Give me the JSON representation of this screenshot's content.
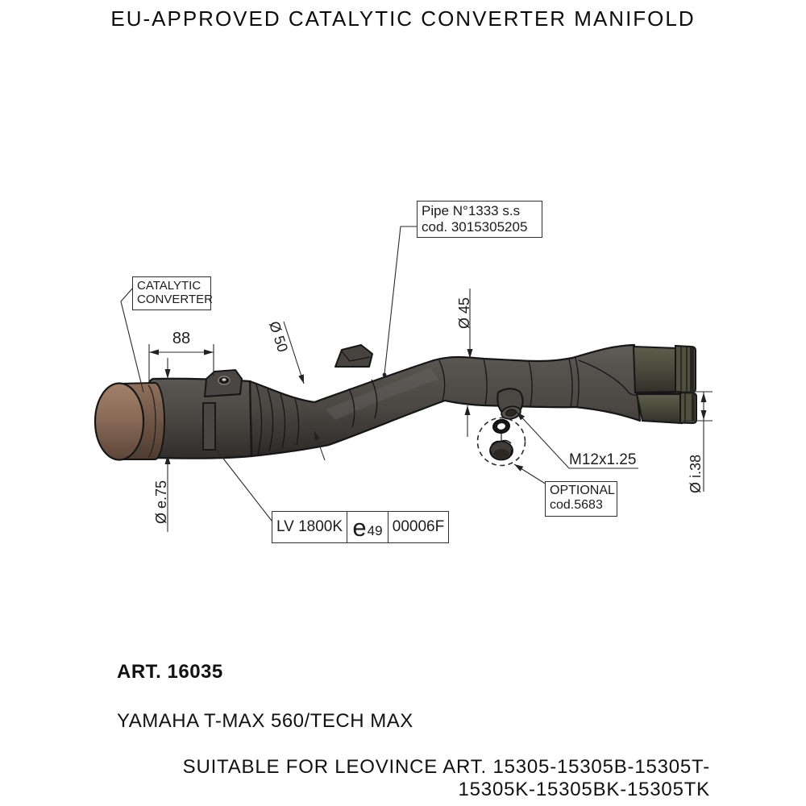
{
  "title": "EU-APPROVED CATALYTIC CONVERTER MANIFOLD",
  "labels": {
    "pipe": {
      "line1": "Pipe N°1333 s.s",
      "line2": "cod. 3015305205"
    },
    "catalytic": {
      "line1": "CATALYTIC",
      "line2": "CONVERTER"
    },
    "optional": {
      "line1": "OPTIONAL",
      "line2": "cod.5683"
    },
    "thread": "M12x1.25"
  },
  "dimensions": {
    "length_88": "88",
    "dia_50": "Ø 50",
    "dia_45": "Ø 45",
    "dia_e75": "Ø e.75",
    "dia_i38": "Ø i.38"
  },
  "homologation": {
    "left": "LV 1800K",
    "e_mark": "e",
    "e_number": "49",
    "right": "00006F"
  },
  "footer": {
    "art": "ART. 16035",
    "model": "YAMAHA T-MAX 560/TECH MAX",
    "suitable_line1": "SUITABLE FOR LEOVINCE ART. 15305-15305B-15305T-",
    "suitable_line2": "15305K-15305BK-15305TK"
  },
  "colors": {
    "background": "#ffffff",
    "pipe_light": "#615d59",
    "pipe_mid": "#4b4743",
    "pipe_dark": "#2b2825",
    "converter_brown": "#8a6b58",
    "outlet_olive": "#4a4a3c",
    "outline": "#161616",
    "dimension_line": "#2a2a2a"
  }
}
